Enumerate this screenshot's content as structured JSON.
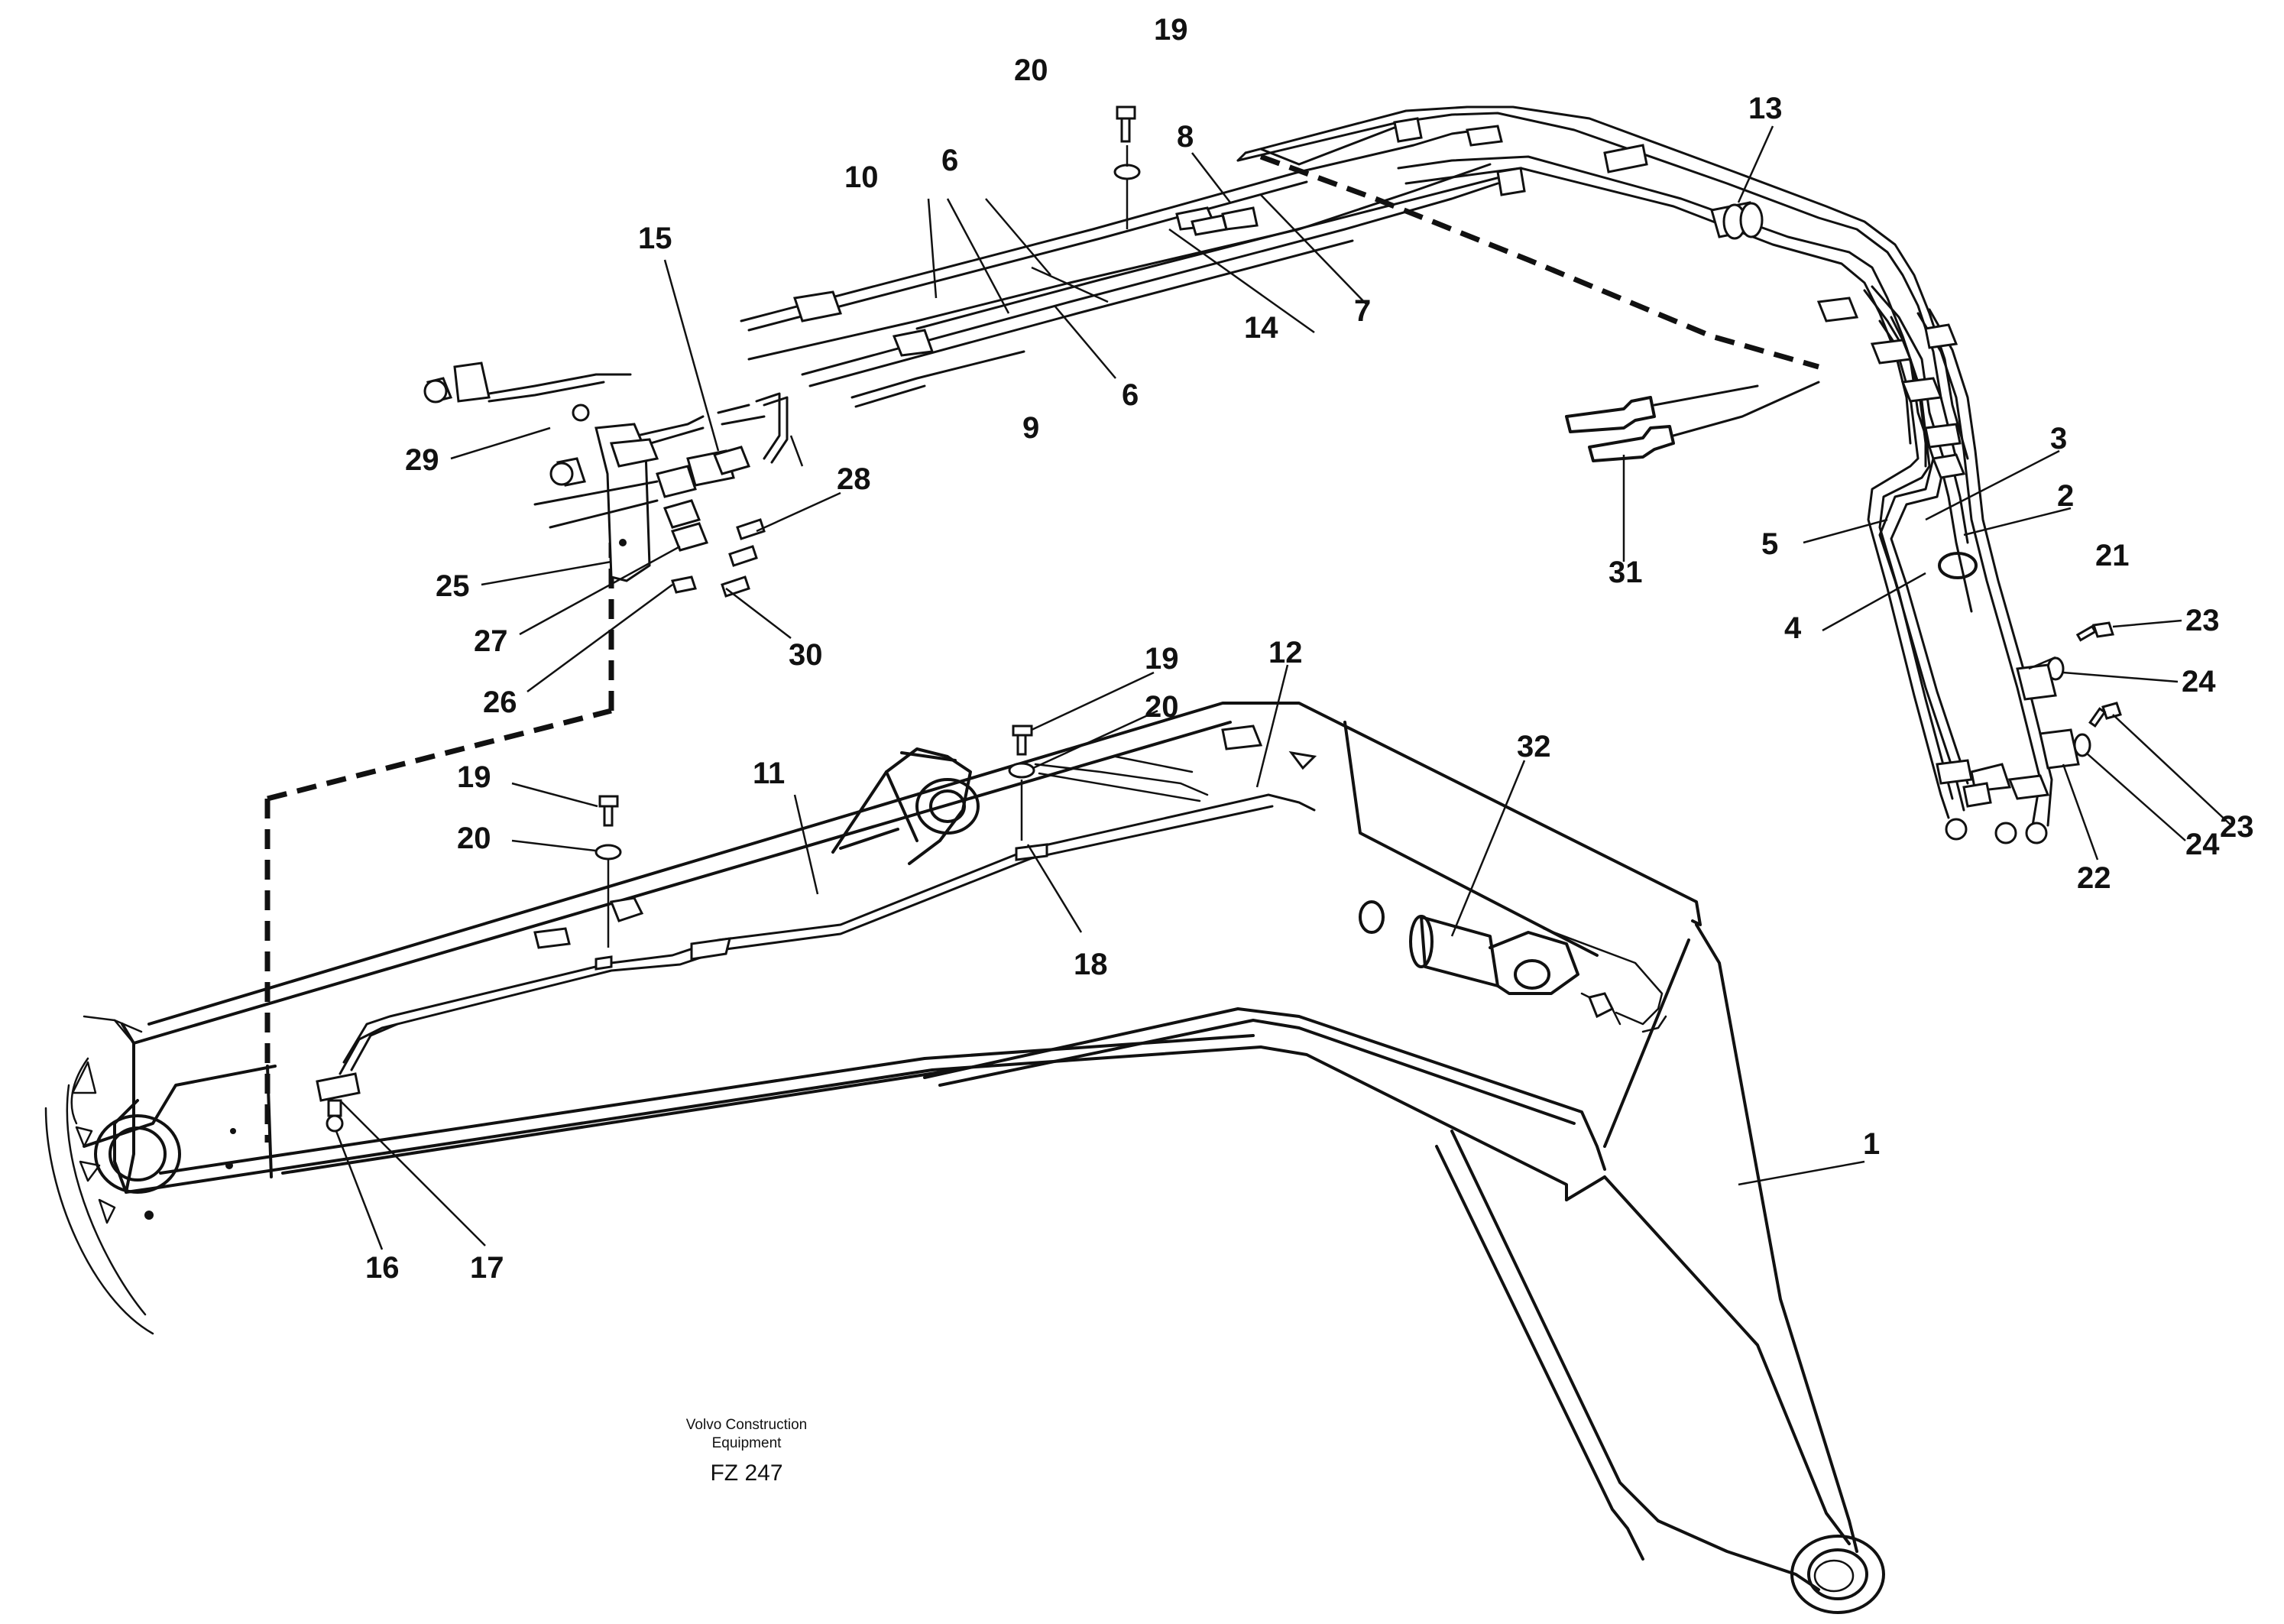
{
  "caption": {
    "company_line1": "Volvo Construction",
    "company_line2": "Equipment",
    "figure_code": "FZ 247"
  },
  "labels": {
    "l1": "1",
    "l2": "2",
    "l3": "3",
    "l4": "4",
    "l5": "5",
    "l6a": "6",
    "l6b": "6",
    "l7": "7",
    "l8": "8",
    "l9": "9",
    "l10": "10",
    "l11": "11",
    "l12": "12",
    "l13": "13",
    "l14": "14",
    "l15": "15",
    "l16": "16",
    "l17": "17",
    "l18": "18",
    "l19a": "19",
    "l19b": "19",
    "l19c": "19",
    "l20a": "20",
    "l20b": "20",
    "l20c": "20",
    "l21": "21",
    "l22": "22",
    "l23a": "23",
    "l23b": "23",
    "l24a": "24",
    "l24b": "24",
    "l25": "25",
    "l26": "26",
    "l27": "27",
    "l28": "28",
    "l29": "29",
    "l30": "30",
    "l31": "31",
    "l32": "32"
  }
}
